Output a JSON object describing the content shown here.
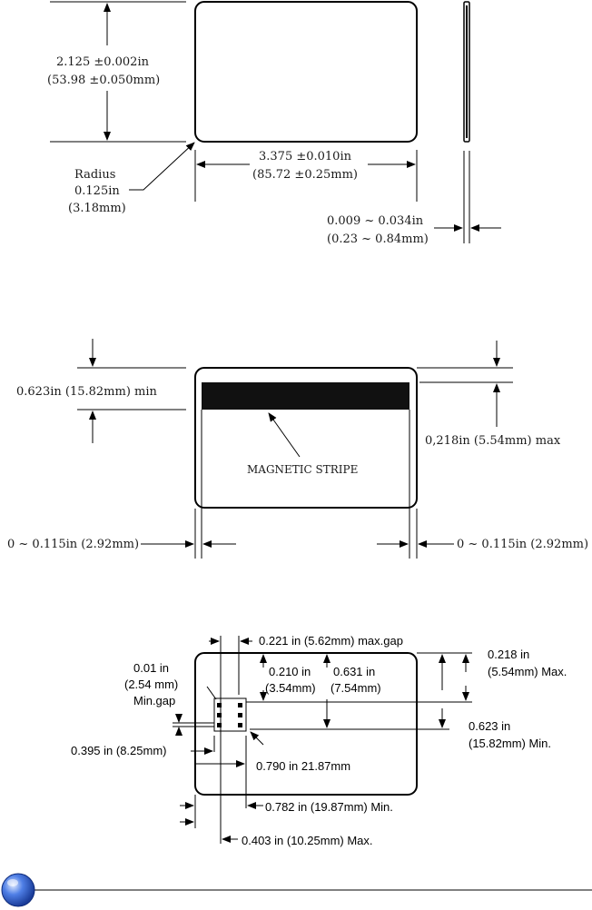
{
  "card_dims": {
    "height_in": "2.125 ±0.002in",
    "height_mm": "(53.98 ±0.050mm)",
    "width_in": "3.375 ±0.010in",
    "width_mm": "(85.72 ±0.25mm)",
    "radius_line1": "Radius",
    "radius_line2": "0.125in",
    "radius_line3": "(3.18mm)",
    "thickness_in": "0.009 ~ 0.034in",
    "thickness_mm": "(0.23 ~ 0.84mm)"
  },
  "magstripe": {
    "top_min": "0.623in (15.82mm) min",
    "bottom_max": "0,218in (5.54mm) max",
    "label": "MAGNETIC STRIPE",
    "left_margin": "0 ~ 0.115in (2.92mm)",
    "right_margin": "0 ~ 0.115in (2.92mm)"
  },
  "chip": {
    "max_gap": "0.221 in (5.62mm) max.gap",
    "c210_1": "0.210 in",
    "c210_2": "(3.54mm)",
    "c631_1": "0.631 in",
    "c631_2": "(7.54mm)",
    "c218_1": "0.218 in",
    "c218_2": "(5.54mm) Max.",
    "c623_1": "0.623 in",
    "c623_2": "(15.82mm) Min.",
    "mingap_1": "0.01 in",
    "mingap_2": "(2.54 mm)",
    "mingap_3": "Min.gap",
    "c395": "0.395 in (8.25mm)",
    "c790": "0.790 in 21.87mm",
    "c782": "0.782 in (19.87mm) Min.",
    "c403": "0.403 in (10.25mm) Max."
  },
  "colors": {
    "footer_ball": "#2b5fd9"
  }
}
